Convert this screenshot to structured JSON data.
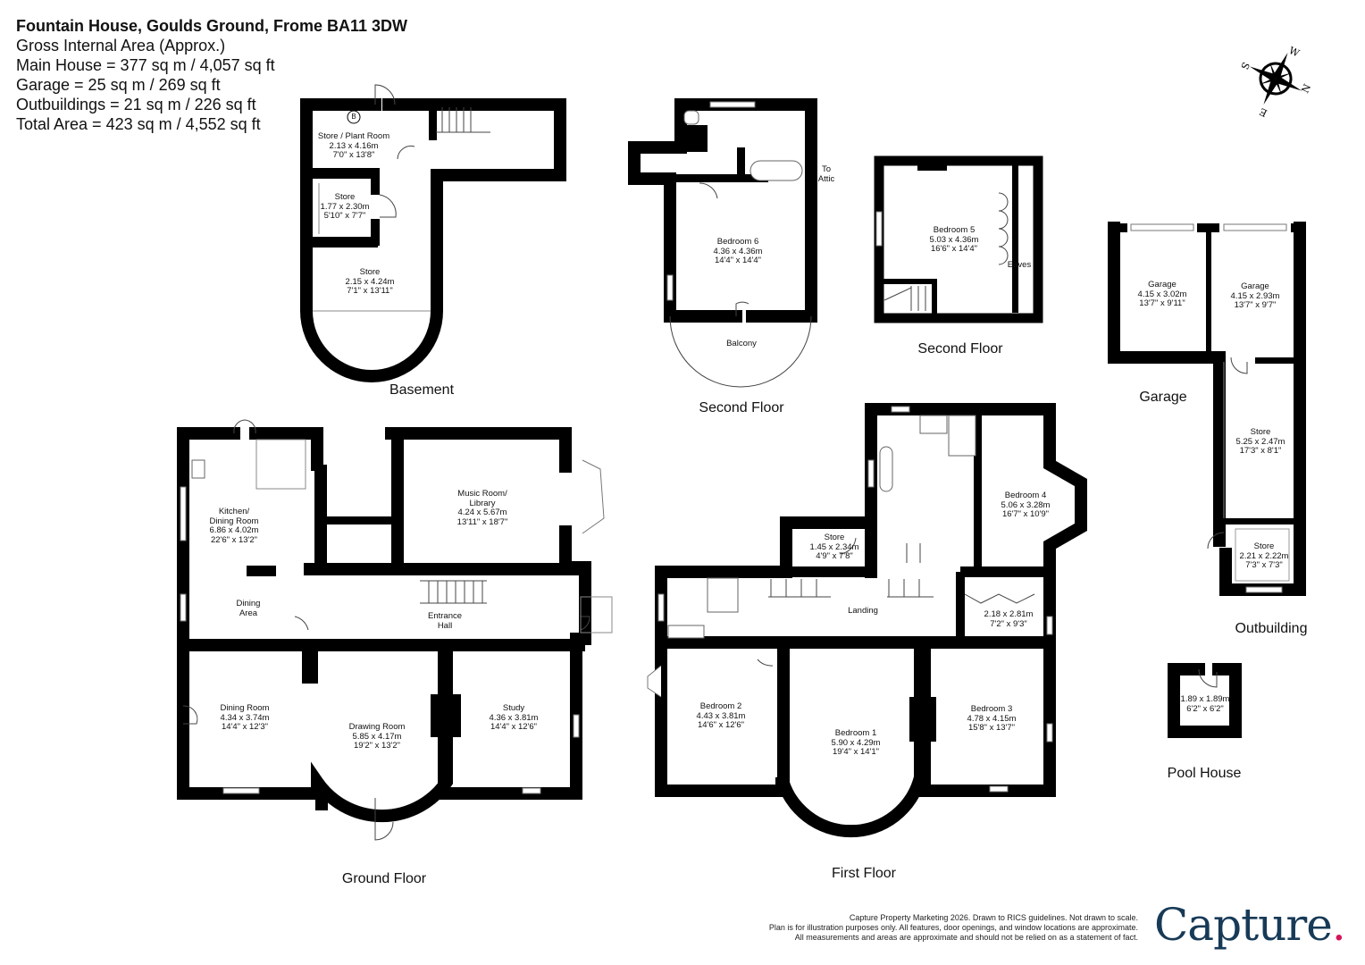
{
  "header": {
    "title": "Fountain House, Goulds Ground, Frome BA11 3DW",
    "subtitle": "Gross Internal Area (Approx.)",
    "areas": [
      "Main House = 377 sq m / 4,057 sq ft",
      "Garage = 25 sq m / 269 sq ft",
      "Outbuildings = 21 sq m / 226 sq ft",
      "Total Area = 423 sq m / 4,552 sq ft"
    ]
  },
  "compass": {
    "labels": [
      "W",
      "S",
      "N",
      "E"
    ]
  },
  "floors": {
    "basement": {
      "label": "Basement",
      "rooms": [
        {
          "name": "Store / Plant Room",
          "metric": "2.13 x 4.16m",
          "imperial": "7'0\" x 13'8\""
        },
        {
          "name": "Store",
          "metric": "1.77 x 2.30m",
          "imperial": "5'10\" x 7'7\""
        },
        {
          "name": "Store",
          "metric": "2.15 x 4.24m",
          "imperial": "7'1\" x 13'11\""
        }
      ],
      "boiler_marker": "B"
    },
    "second_floor_a": {
      "label": "Second Floor",
      "rooms": [
        {
          "name": "Bedroom 6",
          "metric": "4.36 x 4.36m",
          "imperial": "14'4\" x 14'4\""
        },
        {
          "name": "Balcony"
        }
      ],
      "annotation": "To Attic"
    },
    "second_floor_b": {
      "label": "Second Floor",
      "rooms": [
        {
          "name": "Bedroom 5",
          "metric": "5.03 x 4.36m",
          "imperial": "16'6\" x 14'4\""
        },
        {
          "name": "Eaves"
        }
      ]
    },
    "ground_floor": {
      "label": "Ground Floor",
      "rooms": [
        {
          "name": "Kitchen/ Dining Room",
          "metric": "6.86 x 4.02m",
          "imperial": "22'6\" x 13'2\""
        },
        {
          "name": "Dining Area"
        },
        {
          "name": "Music Room/ Library",
          "metric": "4.24 x 5.67m",
          "imperial": "13'11\" x 18'7\""
        },
        {
          "name": "Entrance Hall"
        },
        {
          "name": "Dining Room",
          "metric": "4.34 x 3.74m",
          "imperial": "14'4\" x 12'3\""
        },
        {
          "name": "Drawing Room",
          "metric": "5.85 x 4.17m",
          "imperial": "19'2\" x 13'2\""
        },
        {
          "name": "Study",
          "metric": "4.36 x 3.81m",
          "imperial": "14'4\" x 12'6\""
        }
      ]
    },
    "first_floor": {
      "label": "First Floor",
      "rooms": [
        {
          "name": "Store",
          "metric": "1.45 x 2.34m",
          "imperial": "4'9\" x 7'8\""
        },
        {
          "name": "Bedroom 4",
          "metric": "5.06 x 3.28m",
          "imperial": "16'7\" x 10'9\""
        },
        {
          "name": "Landing"
        },
        {
          "name": "",
          "metric": "2.18 x 2.81m",
          "imperial": "7'2\" x 9'3\""
        },
        {
          "name": "Bedroom 2",
          "metric": "4.43 x 3.81m",
          "imperial": "14'6\" x 12'6\""
        },
        {
          "name": "Bedroom 1",
          "metric": "5.90 x 4.29m",
          "imperial": "19'4\" x 14'1\""
        },
        {
          "name": "Bedroom 3",
          "metric": "4.78 x 4.15m",
          "imperial": "15'8\" x 13'7\""
        }
      ]
    },
    "garage": {
      "label": "Garage",
      "rooms": [
        {
          "name": "Garage",
          "metric": "4.15 x 3.02m",
          "imperial": "13'7\" x 9'11\""
        },
        {
          "name": "Garage",
          "metric": "4.15 x 2.93m",
          "imperial": "13'7\" x 9'7\""
        }
      ]
    },
    "outbuilding": {
      "label": "Outbuilding",
      "rooms": [
        {
          "name": "Store",
          "metric": "5.25 x 2.47m",
          "imperial": "17'3\" x 8'1\""
        },
        {
          "name": "Store",
          "metric": "2.21 x 2.22m",
          "imperial": "7'3\" x 7'3\""
        }
      ]
    },
    "pool_house": {
      "label": "Pool House",
      "rooms": [
        {
          "name": "",
          "metric": "1.89 x 1.89m",
          "imperial": "6'2\" x 6'2\""
        }
      ]
    }
  },
  "footer": {
    "disclaimer": [
      "Capture Property Marketing 2026. Drawn to RICS guidelines.  Not drawn to scale.",
      "Plan is for illustration purposes only. All features, door openings, and window locations are approximate.",
      "All measurements and areas are approximate and should not be relied on as a statement of fact."
    ],
    "logo_text": "Capture",
    "logo_dot": ".",
    "colors": {
      "logo": "#173a57",
      "dot": "#d4145a"
    }
  }
}
